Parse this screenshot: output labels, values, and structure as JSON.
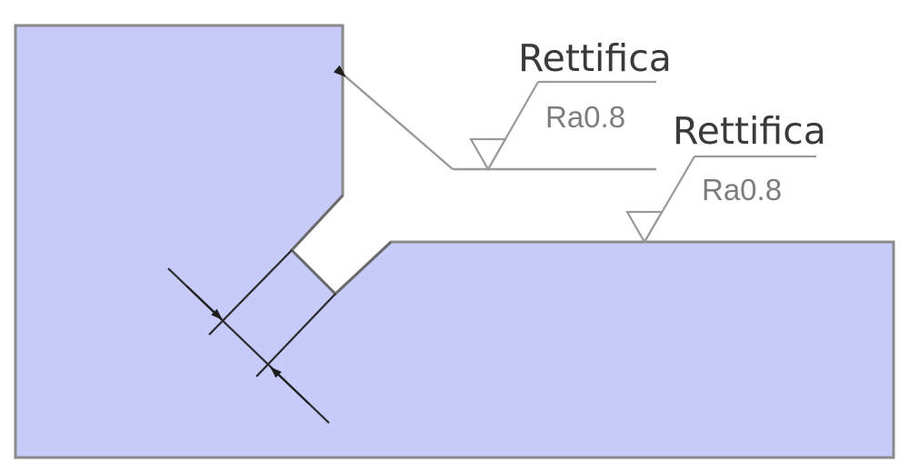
{
  "diagram": {
    "part_fill": "#c6cbfa",
    "part_outline": "#8a8a8a",
    "leader_color": "#9a9a9a",
    "dimension_color": "#2a2a2a",
    "callouts": [
      {
        "process": "Rettifica",
        "roughness": "Ra0.8"
      },
      {
        "process": "Rettifica",
        "roughness": "Ra0.8"
      }
    ]
  }
}
